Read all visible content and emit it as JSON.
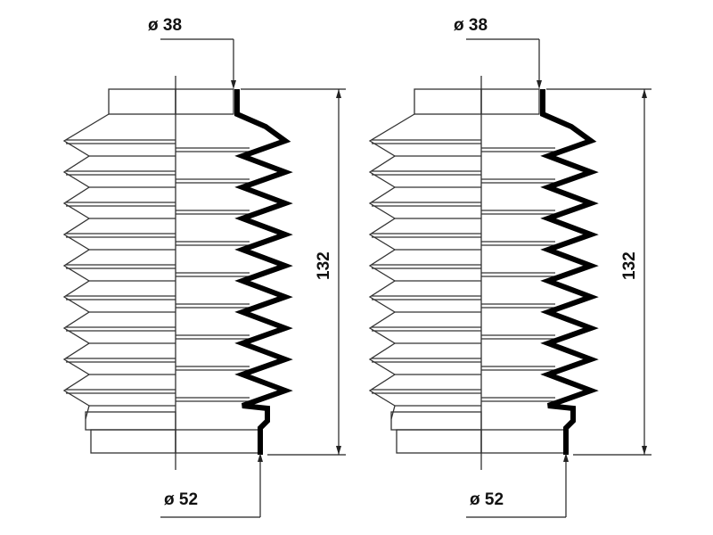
{
  "diagrams": [
    {
      "id": "bellows-left",
      "top_diameter_label": "ø 38",
      "bottom_diameter_label": "ø 52",
      "length_label": "132"
    },
    {
      "id": "bellows-right",
      "top_diameter_label": "ø 38",
      "bottom_diameter_label": "ø 52",
      "length_label": "132"
    }
  ]
}
